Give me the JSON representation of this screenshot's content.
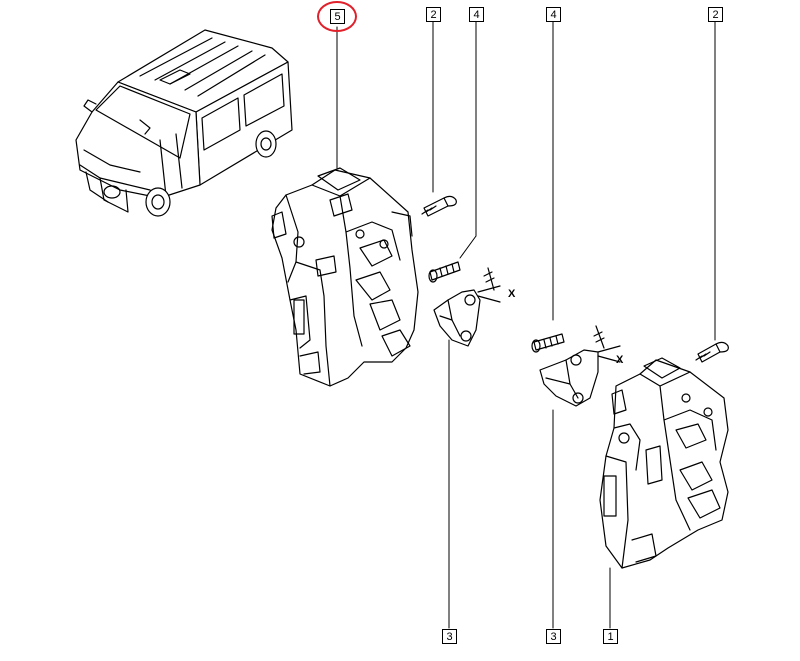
{
  "callouts": [
    {
      "id": "c5",
      "label": "5",
      "highlighted": true
    },
    {
      "id": "c2a",
      "label": "2"
    },
    {
      "id": "c4a",
      "label": "4"
    },
    {
      "id": "c4b",
      "label": "4"
    },
    {
      "id": "c2b",
      "label": "2"
    },
    {
      "id": "c3a",
      "label": "3"
    },
    {
      "id": "c3b",
      "label": "3"
    },
    {
      "id": "c1",
      "label": "1"
    }
  ],
  "axis_marks": {
    "left": "X",
    "right": "X"
  },
  "colors": {
    "line": "#000000",
    "highlight": "#e0202a",
    "background": "#ffffff"
  }
}
